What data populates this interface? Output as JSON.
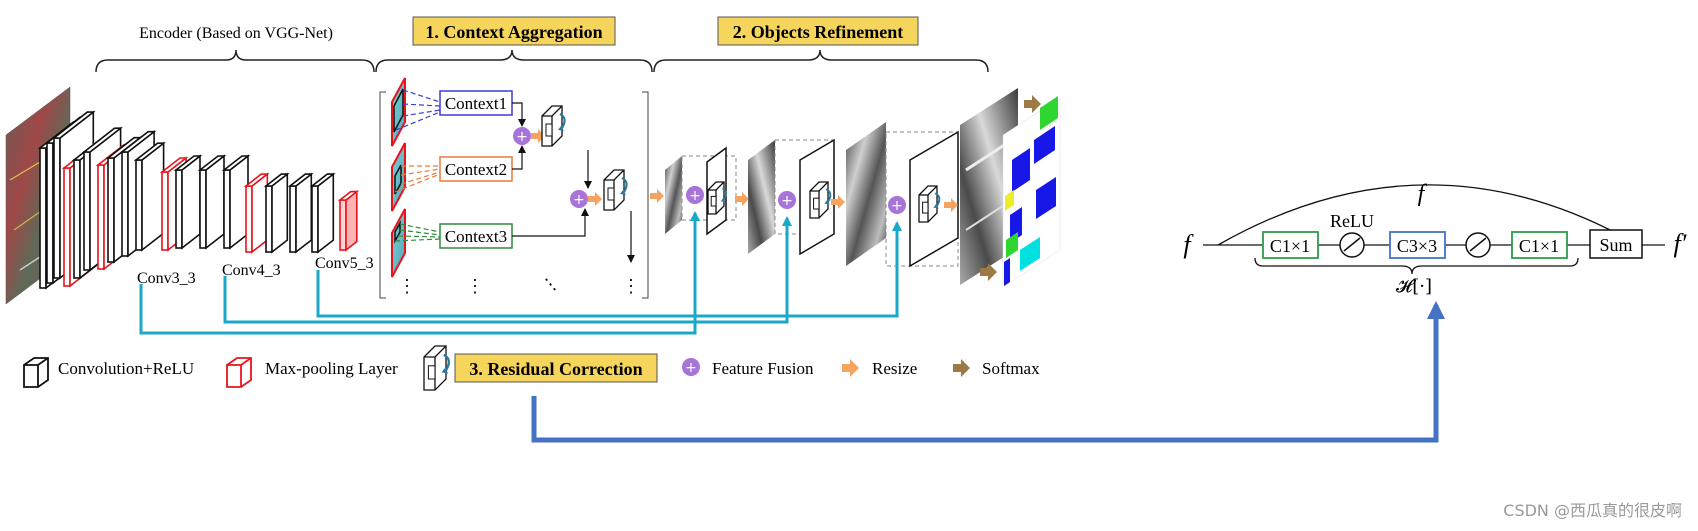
{
  "encoder": {
    "title": "Encoder (Based on VGG-Net)",
    "layers": [
      "Conv3_3",
      "Conv4_3",
      "Conv5_3"
    ]
  },
  "stages": {
    "context_aggregation": "1. Context Aggregation",
    "objects_refinement": "2. Objects Refinement",
    "residual_correction": "3. Residual Correction"
  },
  "contexts": [
    "Context1",
    "Context2",
    "Context3"
  ],
  "legend": {
    "conv_relu": "Convolution+ReLU",
    "max_pooling": "Max-pooling Layer",
    "feature_fusion": "Feature Fusion",
    "resize": "Resize",
    "softmax": "Softmax"
  },
  "residual_block": {
    "input": "f",
    "output": "f′",
    "skip_label": "f",
    "blocks": [
      "C1×1",
      "ReLU",
      "C3×3",
      "C1×1",
      "Sum"
    ],
    "brace_label": "𝓗[·]"
  },
  "watermark": "CSDN @西瓜真的很皮啊",
  "colors": {
    "highlight_fill": "#F6D55C",
    "highlight_border": "#555555",
    "pool_red": "#E8141C",
    "skip_cyan": "#1AA8C8",
    "link_blue": "#4472C4",
    "fusion_purple": "#A874D8",
    "resize_orange": "#F4A460",
    "softmax_brown": "#9C7A45",
    "context1_blue": "#3B3BD6",
    "context2_orange": "#E87A3A",
    "context3_green": "#2E8B3E",
    "c3_blue": "#4472C4",
    "c1_green": "#2E9B4A"
  }
}
